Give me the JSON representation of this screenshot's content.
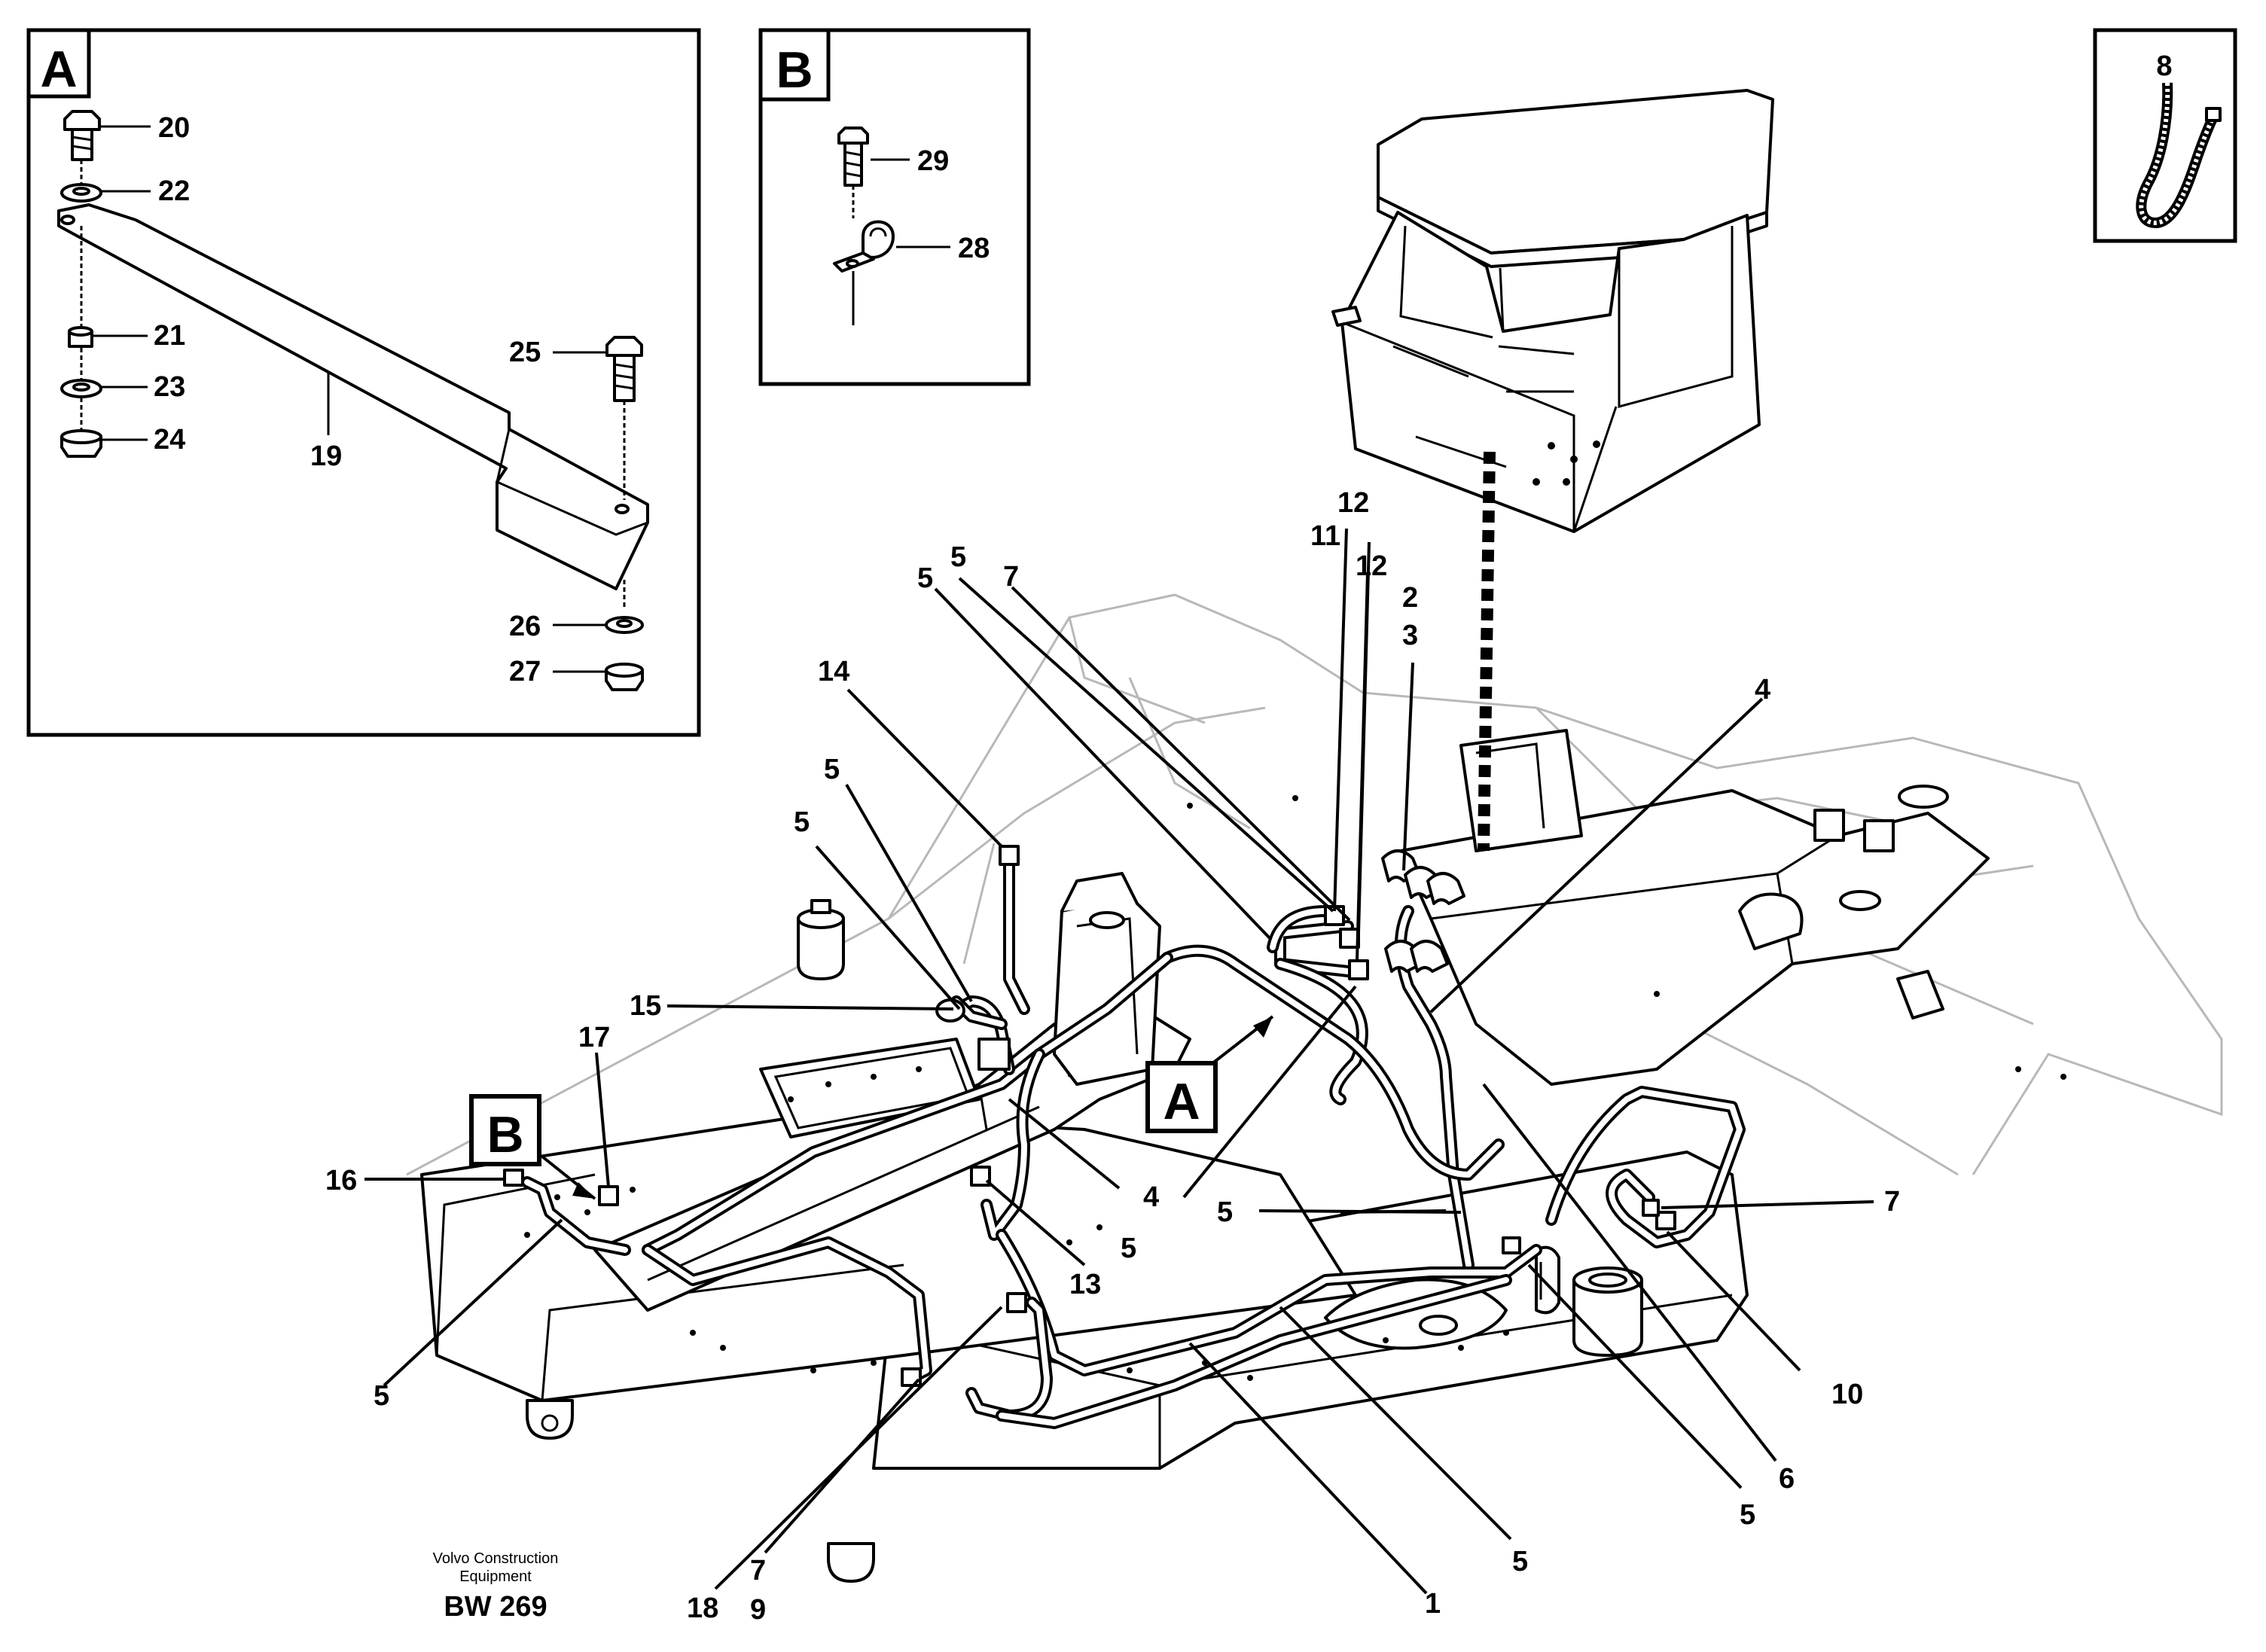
{
  "inset_a": {
    "letter": "A",
    "labels": [
      "20",
      "22",
      "21",
      "23",
      "24",
      "19",
      "25",
      "26",
      "27"
    ]
  },
  "inset_b": {
    "letter": "B",
    "labels": [
      "29",
      "28"
    ]
  },
  "inset_tie": {
    "labels": [
      "8"
    ]
  },
  "callout_a": "A",
  "callout_b": "B",
  "main_labels": {
    "l12a": "12",
    "l11": "11",
    "l12b": "12",
    "l2": "2",
    "l3": "3",
    "l5a": "5",
    "l7a": "7",
    "l5b": "5",
    "l4a": "4",
    "l14": "14",
    "l5c": "5",
    "l5d": "5",
    "l15": "15",
    "l17": "17",
    "l16": "16",
    "l4b": "4",
    "l5e": "5",
    "l7b": "7",
    "l5f": "5",
    "l13": "13",
    "l10": "10",
    "l5g": "5",
    "l6": "6",
    "l5h": "5",
    "l5i": "5",
    "l1": "1",
    "l18": "18",
    "l7c": "7",
    "l9": "9"
  },
  "footer": {
    "line1": "Volvo Construction",
    "line2": "Equipment",
    "code": "BW 269"
  }
}
